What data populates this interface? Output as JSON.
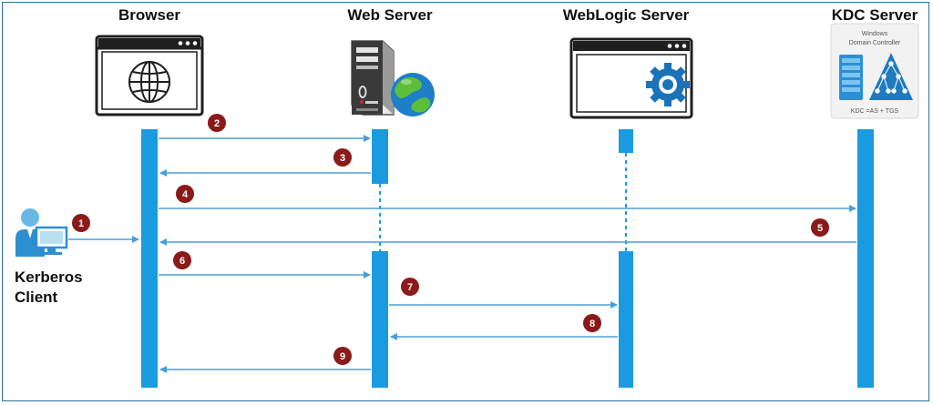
{
  "headers": {
    "browser": "Browser",
    "web_server": "Web Server",
    "weblogic_server": "WebLogic Server",
    "kdc_server": "KDC Server"
  },
  "client": {
    "line1": "Kerberos",
    "line2": "Client"
  },
  "kdc_box": {
    "line1": "Windows",
    "line2": "Domain Controller",
    "footer": "KDC =AS + TGS"
  },
  "steps": [
    "1",
    "2",
    "3",
    "4",
    "5",
    "6",
    "7",
    "8",
    "9"
  ],
  "colors": {
    "lifeline": "#1a9be0",
    "arrow": "#4a9fd5",
    "marker": "#8b1a1a",
    "icon_dark": "#1f1f1f",
    "frame": "#2d6fa3"
  },
  "icons": [
    "user-computer-icon",
    "browser-globe-icon",
    "server-tower-icon",
    "globe-icon",
    "browser-gear-icon",
    "server-rack-icon",
    "domain-tree-icon"
  ]
}
